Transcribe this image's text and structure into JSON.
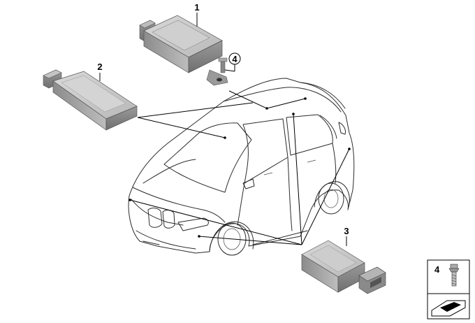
{
  "diagram": {
    "callouts": [
      {
        "number": "1",
        "component": "upper-control-module"
      },
      {
        "number": "2",
        "component": "flat-antenna-module"
      },
      {
        "number": "3",
        "component": "connector-sensor-module"
      },
      {
        "number": "4",
        "component": "mounting-screw",
        "circled": true
      }
    ],
    "legend": {
      "number": "4",
      "icon": "screw-icon",
      "arrow_icon": "direction-arrow-icon"
    }
  }
}
